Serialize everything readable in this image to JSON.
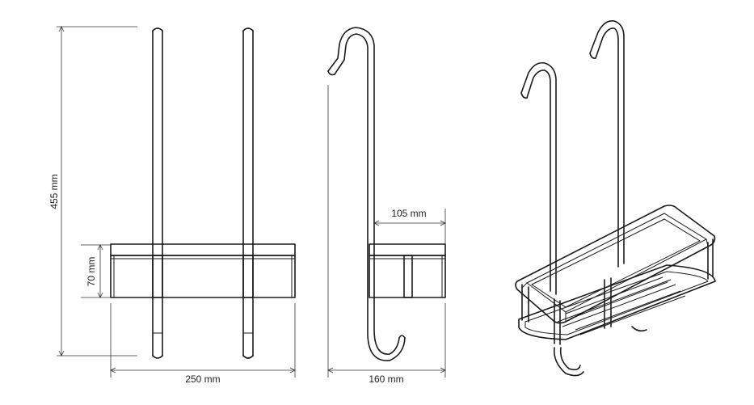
{
  "dimensions": {
    "height_total": "455 mm",
    "height_basket": "70 mm",
    "width_front": "250 mm",
    "depth_basket": "105 mm",
    "depth_total": "160 mm"
  },
  "colors": {
    "line": "#1a1a1a",
    "background": "#ffffff"
  }
}
